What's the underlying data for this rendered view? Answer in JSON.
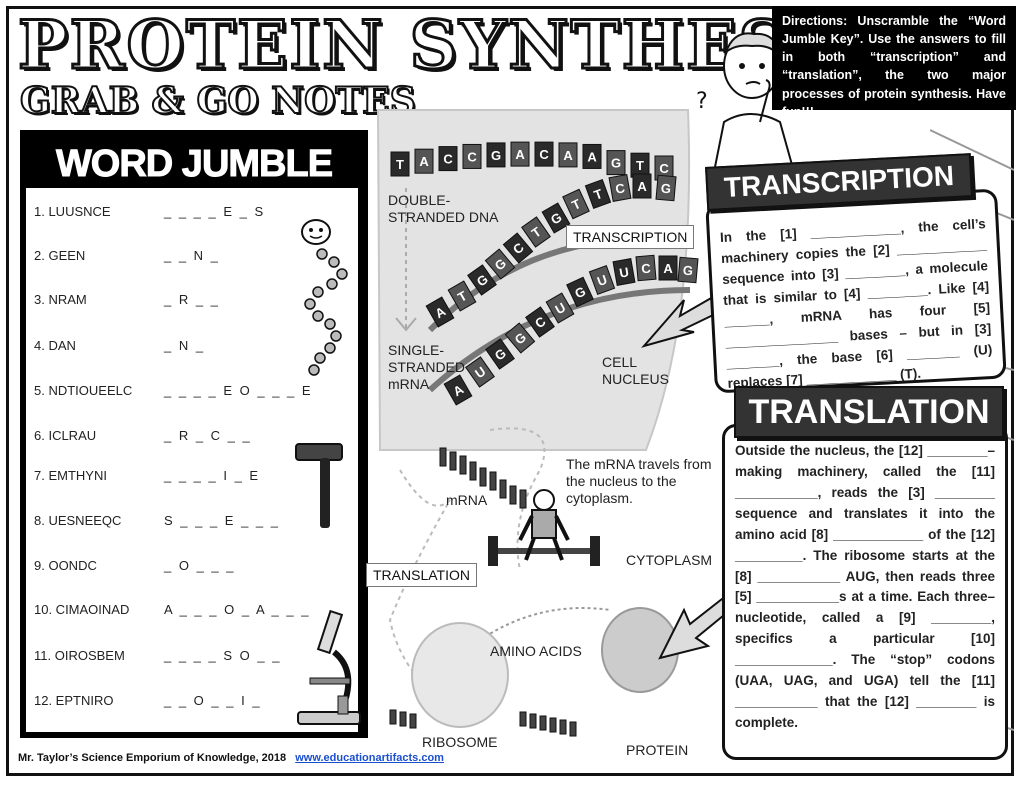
{
  "title": "PROTEIN SYNTHESIS",
  "subtitle": "GRAB & GO NOTES",
  "directions": "Directions: Unscramble the “Word Jumble Key”. Use the answers to fill in both “transcription” and “translation”, the two major processes of protein synthesis. Have fun!!!",
  "word_jumble": {
    "title": "WORD JUMBLE KEY",
    "items": [
      {
        "clue": "1. LUUSNCE",
        "answer": "_ _ _ _ E _ S"
      },
      {
        "clue": "2. GEEN",
        "answer": "_ _ N _"
      },
      {
        "clue": "3. NRAM",
        "answer": "_ R _ _"
      },
      {
        "clue": "4. DAN",
        "answer": "_ N _"
      },
      {
        "clue": "5. NDTIOUEELC",
        "answer": "_ _ _ _ E O _ _ _ E"
      },
      {
        "clue": "6. ICLRAU",
        "answer": "_ R _ C _ _"
      },
      {
        "clue": "7. EMTHYNI",
        "answer": "_ _ _ _ I _ E"
      },
      {
        "clue": "8. UESNEEQC",
        "answer": "S _ _ _ E _ _ _"
      },
      {
        "clue": "9. OONDC",
        "answer": "_ O _ _ _"
      },
      {
        "clue": "10.  CIMAOINAD",
        "answer": "A _ _ _ O _ A _ _ _"
      },
      {
        "clue": "11. OIROSBEM",
        "answer": "_ _ _ _ S O _ _"
      },
      {
        "clue": "12. EPTNIRO",
        "answer": "_ _ O _ _ I _"
      }
    ]
  },
  "diagram": {
    "top_strand": [
      "T",
      "A",
      "C",
      "C",
      "G",
      "A",
      "C",
      "A",
      "A",
      "G",
      "T",
      "C"
    ],
    "bottom_strand": [
      "A",
      "T",
      "G",
      "G",
      "C",
      "T",
      "G",
      "T",
      "T",
      "C",
      "A",
      "G"
    ],
    "mrna_strand": [
      "A",
      "U",
      "G",
      "G",
      "C",
      "U",
      "G",
      "U",
      "U",
      "C",
      "A",
      "G"
    ],
    "labels": {
      "double_dna": "DOUBLE-\nSTRANDED DNA",
      "transcription": "TRANSCRIPTION",
      "single_mrna": "SINGLE-\nSTRANDED\nmRNA",
      "cell_nucleus": "CELL\nNUCLEUS",
      "mrna": "mRNA",
      "travel_note": "The mRNA travels from\nthe nucleus to the\ncytoplasm.",
      "cytoplasm": "CYTOPLASM",
      "translation": "TRANSLATION",
      "amino_acids": "AMINO ACIDS",
      "ribosome": "RIBOSOME",
      "protein": "PROTEIN"
    }
  },
  "transcription_panel": {
    "title": "TRANSCRIPTION",
    "text": "In the [1] ____________, the cell’s machinery copies the [2] ____________ sequence into [3] ________, a molecule that is similar to [4] ________. Like [4] ______, mRNA has four [5] _______________ bases – but in [3] _______, the base [6] _______ (U) replaces [7] ____________ (T)."
  },
  "translation_panel": {
    "title": "TRANSLATION",
    "text": "Outside the nucleus, the [12] ________– making machinery, called the [11] ___________, reads the [3] ________ sequence and translates it into the amino acid [8] ____________ of the [12] _________. The ribosome starts at the [8] ___________ AUG, then reads three [5] ___________s at a time. Each three– nucleotide, called a [9] ________, specifics a particular [10] _____________. The “stop” codons (UAA, UAG, and UGA) tell the [11] ___________ that the [12] ________ is complete."
  },
  "footer": {
    "credit": "Mr. Taylor’s Science Emporium of Knowledge, 2018",
    "link": "www.educationartifacts.com"
  },
  "icons": [
    "thinking-boy-icon",
    "smiling-dna-helix-icon",
    "hammer-icon",
    "weightlifter-icon",
    "microscope-icon"
  ]
}
